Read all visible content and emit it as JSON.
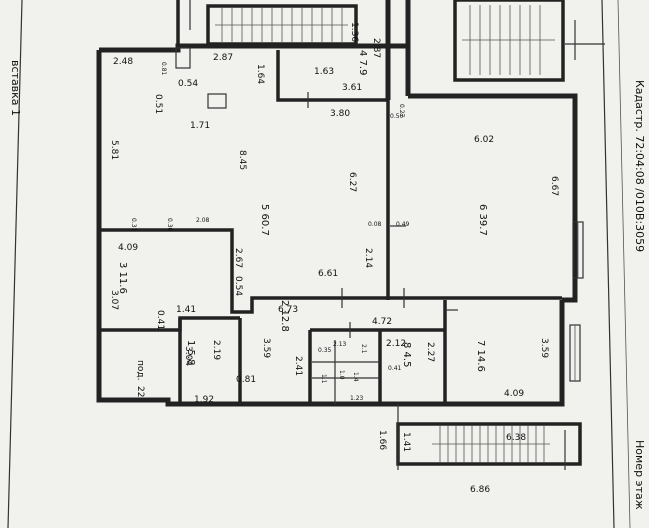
{
  "edge_text": {
    "left": "вставка 1",
    "right_top": "Кадастр. 72:04:08 /010В:3059",
    "right_bottom": "Номер этаж"
  },
  "room_labels": {
    "r1": "1 5.8",
    "r2": "2 12.8",
    "r3": "3 11.6",
    "r5": "5 60.7",
    "r6": "6 39.7",
    "r7": "7 14.6",
    "r8": "8 4.5",
    "r4": "4 7.9"
  },
  "dims": {
    "d2_48": "2.48",
    "d0_81a": "0.81",
    "d2_87a": "2.87",
    "d1_36": "1.36",
    "d2_87b": "2.87",
    "d1_64": "1.64",
    "d1_63": "1.63",
    "d3_61": "3.61",
    "d0_54": "0.54",
    "d0_51": "0.51",
    "d1_71": "1.71",
    "d3_80": "3.80",
    "d0_27": "0.27",
    "d0_50": "0.50",
    "d6_02": "6.02",
    "d5_81": "5.81",
    "d8_45": "8.45",
    "d6_27": "6.27",
    "d6_67": "6.67",
    "d0_31": "0.31",
    "d0_30": "0.30",
    "d2_08": "2.08",
    "d0_08": "0.08",
    "d0_49": "0.49",
    "d4_09a": "4.09",
    "d2_67": "2.67",
    "d0_54b": "0.54",
    "d2_14": "2.14",
    "d6_61": "6.61",
    "d3_07": "3.07",
    "d6_73": "6.73",
    "d1_41a": "1.41",
    "d0_41": "0.41",
    "d4_72": "4.72",
    "d2_12": "2.12",
    "d2_27": "2.27",
    "d3_59a": "3.59",
    "d3_59b": "3.59",
    "d2_19": "2.19",
    "d3_04": "3.04",
    "d2_41": "2.41",
    "d2_13": "2.13",
    "d2_1": "2.1",
    "d1_23": "1.23",
    "d0_81b": "0.81",
    "d4_09b": "4.09",
    "d1_92": "1.92",
    "d1_41b": "1.41",
    "d1_66": "1.66",
    "d6_38": "6.38",
    "d6_86": "6.86",
    "d0_35": "0.35",
    "d0_41b": "0.41",
    "d1_0": "1.0",
    "d1_4": "1.4",
    "d1_1": "1.1"
  },
  "misc": {
    "pod": "под.",
    "pod_val": "22"
  }
}
